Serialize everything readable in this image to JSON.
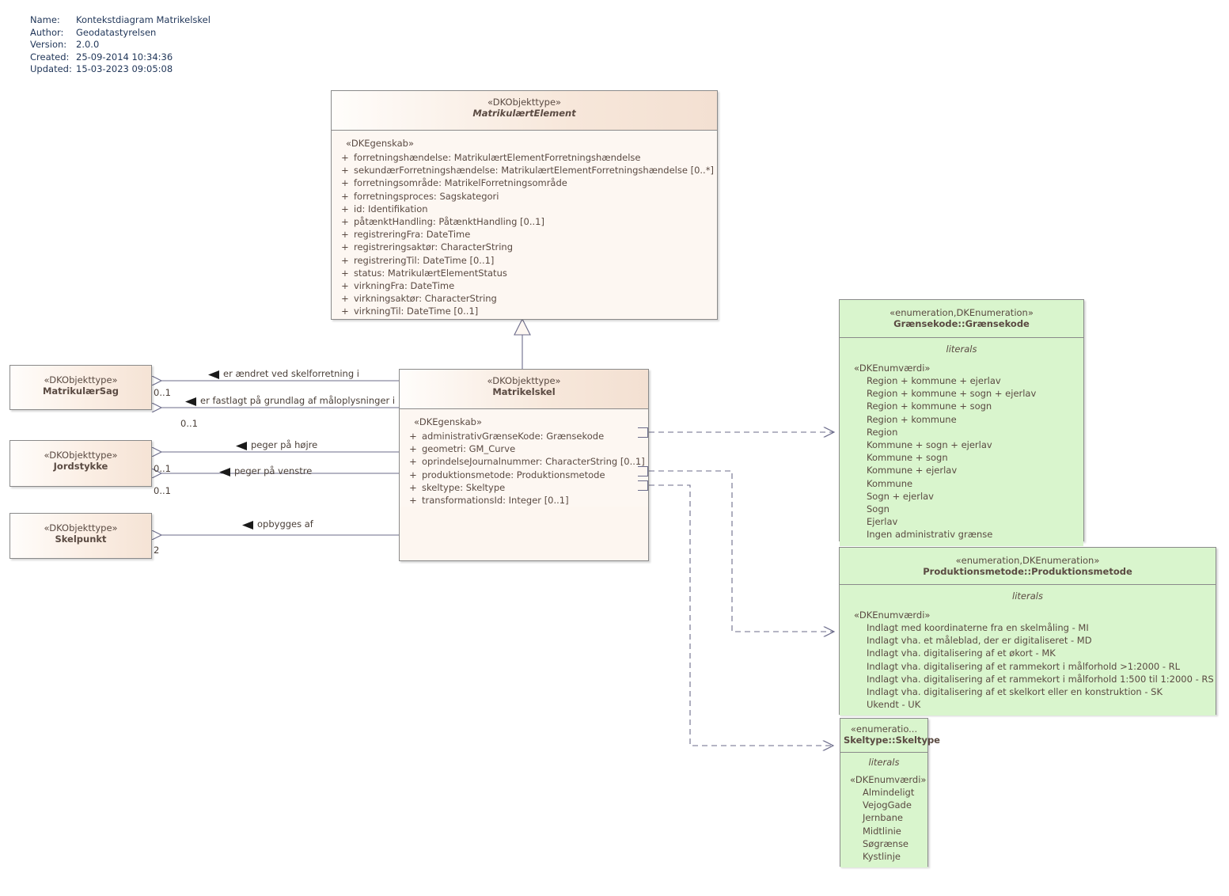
{
  "meta": {
    "rows": [
      {
        "key": "Name:",
        "value": "Kontekstdiagram Matrikelskel"
      },
      {
        "key": "Author:",
        "value": "Geodatastyrelsen"
      },
      {
        "key": "Version:",
        "value": "2.0.0"
      },
      {
        "key": "Created:",
        "value": "25-09-2014 10:34:36"
      },
      {
        "key": "Updated:",
        "value": "15-03-2023 09:05:08"
      }
    ]
  },
  "colors": {
    "objekttype_fill": "#fdf6f0",
    "objekttype_header": "#f5e3d5",
    "enumeration_fill": "#d9f5cd",
    "border": "#8a8a8a",
    "connector": "#6b6b8a",
    "meta_text": "#1f3558"
  },
  "classes": {
    "matrikulaertElement": {
      "stereotype": "«DKObjekttype»",
      "name": "MatrikulærtElement",
      "compartment_label": "«DKEgenskab»",
      "attributes": [
        {
          "vis": "+",
          "text": "forretningshændelse: MatrikulærtElementForretningshændelse"
        },
        {
          "vis": "+",
          "text": "sekundærForretningshændelse: MatrikulærtElementForretningshændelse [0..*]"
        },
        {
          "vis": "+",
          "text": "forretningsområde: MatrikelForretningsområde"
        },
        {
          "vis": "+",
          "text": "forretningsproces: Sagskategori"
        },
        {
          "vis": "+",
          "text": "id: Identifikation"
        },
        {
          "vis": "+",
          "text": "påtænktHandling: PåtænktHandling [0..1]"
        },
        {
          "vis": "+",
          "text": "registreringFra: DateTime"
        },
        {
          "vis": "+",
          "text": "registreringsaktør: CharacterString"
        },
        {
          "vis": "+",
          "text": "registreringTil: DateTime [0..1]"
        },
        {
          "vis": "+",
          "text": "status: MatrikulærtElementStatus"
        },
        {
          "vis": "+",
          "text": "virkningFra: DateTime"
        },
        {
          "vis": "+",
          "text": "virkningsaktør: CharacterString"
        },
        {
          "vis": "+",
          "text": "virkningTil: DateTime [0..1]"
        }
      ]
    },
    "matrikelskel": {
      "stereotype": "«DKObjekttype»",
      "name": "Matrikelskel",
      "compartment_label": "«DKEgenskab»",
      "attributes": [
        {
          "vis": "+",
          "text": "administrativGrænseKode: Grænsekode"
        },
        {
          "vis": "+",
          "text": "geometri: GM_Curve"
        },
        {
          "vis": "+",
          "text": "oprindelseJournalnummer: CharacterString [0..1]"
        },
        {
          "vis": "+",
          "text": "produktionsmetode: Produktionsmetode"
        },
        {
          "vis": "+",
          "text": "skeltype: Skeltype"
        },
        {
          "vis": "+",
          "text": "transformationsId: Integer [0..1]"
        }
      ]
    },
    "matrikulaerSag": {
      "stereotype": "«DKObjekttype»",
      "name": "MatrikulærSag"
    },
    "jordstykke": {
      "stereotype": "«DKObjekttype»",
      "name": "Jordstykke"
    },
    "skelpunkt": {
      "stereotype": "«DKObjekttype»",
      "name": "Skelpunkt"
    }
  },
  "enumerations": {
    "graensekode": {
      "stereotype": "«enumeration,DKEnumeration»",
      "name": "Grænsekode::Grænsekode",
      "section": "literals",
      "value_stereotype": "«DKEnumværdi»",
      "literals": [
        "Region + kommune + ejerlav",
        "Region + kommune + sogn + ejerlav",
        "Region + kommune + sogn",
        "Region + kommune",
        "Region",
        "Kommune + sogn + ejerlav",
        "Kommune + sogn",
        "Kommune + ejerlav",
        "Kommune",
        "Sogn + ejerlav",
        "Sogn",
        "Ejerlav",
        "Ingen administrativ grænse"
      ]
    },
    "produktionsmetode": {
      "stereotype": "«enumeration,DKEnumeration»",
      "name": "Produktionsmetode::Produktionsmetode",
      "section": "literals",
      "value_stereotype": "«DKEnumværdi»",
      "literals": [
        "Indlagt med koordinaterne fra en skelmåling - MI",
        "Indlagt vha. et måleblad, der er digitaliseret - MD",
        "Indlagt vha. digitalisering af et økort - MK",
        "Indlagt vha. digitalisering af et rammekort i målforhold >1:2000 - RL",
        "Indlagt vha. digitalisering af et rammekort i målforhold 1:500 til 1:2000 - RS",
        "Indlagt vha. digitalisering af et skelkort eller en konstruktion - SK",
        "Ukendt - UK"
      ]
    },
    "skeltype": {
      "stereotype": "«enumeratio...",
      "name": "Skeltype::Skeltype",
      "section": "literals",
      "value_stereotype": "«DKEnumværdi»",
      "literals": [
        "Almindeligt",
        "VejogGade",
        "Jernbane",
        "Midtlinie",
        "Søgrænse",
        "Kystlinje"
      ]
    }
  },
  "associations": [
    {
      "label": "er ændret ved skelforretning i",
      "multiplicity": "0..1",
      "target": "MatrikulærSag"
    },
    {
      "label": "er fastlagt på grundlag af måloplysninger i",
      "multiplicity": "0..1",
      "target": "MatrikulærSag"
    },
    {
      "label": "peger på højre",
      "multiplicity": "0..1",
      "target": "Jordstykke"
    },
    {
      "label": "peger på venstre",
      "multiplicity": "0..1",
      "target": "Jordstykke"
    },
    {
      "label": "opbygges af",
      "multiplicity": "2",
      "target": "Skelpunkt"
    }
  ]
}
